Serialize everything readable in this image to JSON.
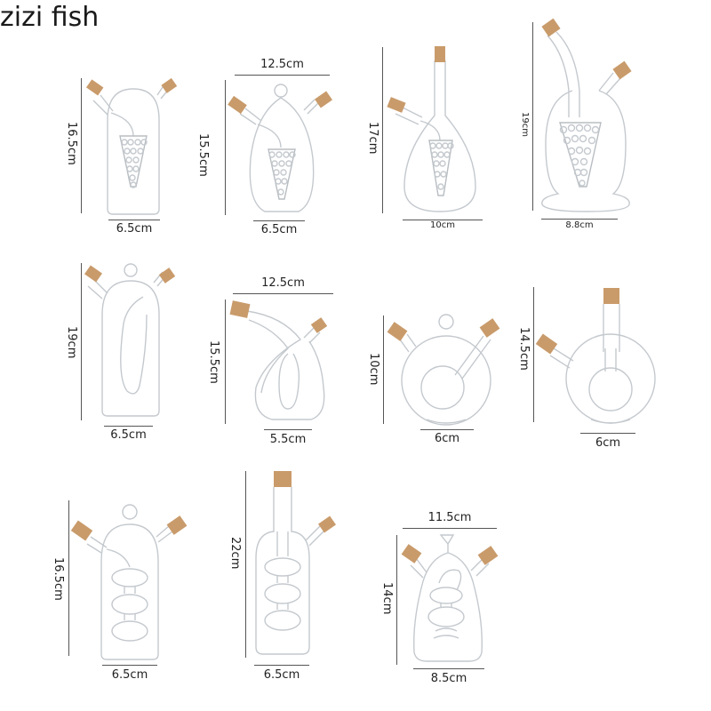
{
  "brand": "zizi fish",
  "colors": {
    "background": "#ffffff",
    "glass_stroke": "#c9ced3",
    "cork": "#c79a6a",
    "cork_dark": "#a87a4c",
    "dimension_line": "#555555",
    "text": "#222222"
  },
  "products": [
    {
      "id": 1,
      "style": "cylinder-grape",
      "height": "16.5cm",
      "width": "6.5cm",
      "top_width": null
    },
    {
      "id": 2,
      "style": "teardrop-grape-loop",
      "height": "15.5cm",
      "width": "6.5cm",
      "top_width": "12.5cm"
    },
    {
      "id": 3,
      "style": "flask-grape",
      "height": "17cm",
      "width": "10cm",
      "top_width": null
    },
    {
      "id": 4,
      "style": "bell-grape",
      "height": "19cm",
      "width": "8.8cm",
      "top_width": null
    },
    {
      "id": 5,
      "style": "cylinder-drop-loop",
      "height": "19cm",
      "width": "6.5cm",
      "top_width": null
    },
    {
      "id": 6,
      "style": "curved-drop",
      "height": "15.5cm",
      "width": "5.5cm",
      "top_width": "12.5cm"
    },
    {
      "id": 7,
      "style": "sphere-loop",
      "height": "10cm",
      "width": "6cm",
      "top_width": null
    },
    {
      "id": 8,
      "style": "sphere-tall-neck",
      "height": "14.5cm",
      "width": "6cm",
      "top_width": null
    },
    {
      "id": 9,
      "style": "cylinder-rings-loop",
      "height": "16.5cm",
      "width": "6.5cm",
      "top_width": null
    },
    {
      "id": 10,
      "style": "tall-bottle-rings",
      "height": "22cm",
      "width": "6.5cm",
      "top_width": null
    },
    {
      "id": 11,
      "style": "bell-rings-funnel",
      "height": "14cm",
      "width": "8.5cm",
      "top_width": "11.5cm"
    }
  ]
}
